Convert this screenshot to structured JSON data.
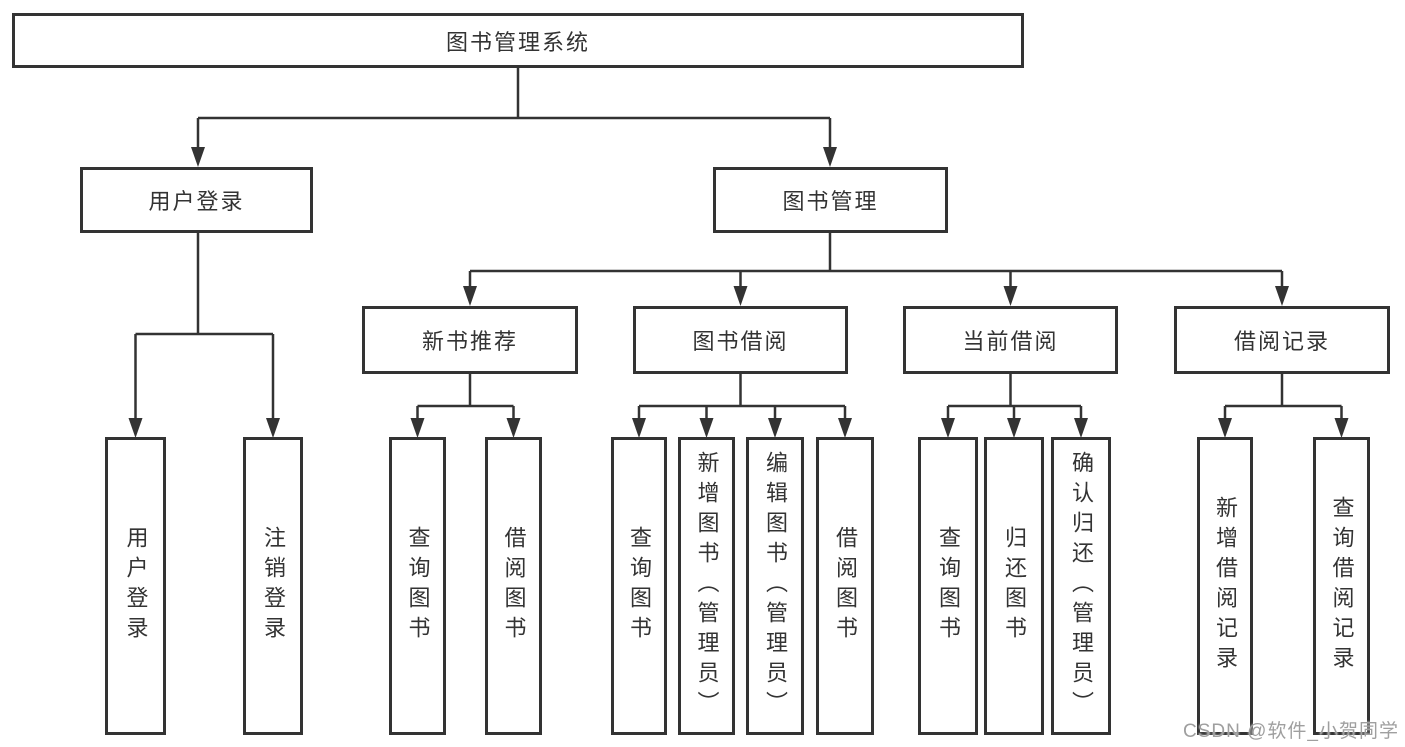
{
  "diagram": {
    "root": "图书管理系统",
    "user_login": {
      "label": "用户登录",
      "children": [
        "用户登录",
        "注销登录"
      ]
    },
    "book_mgmt": {
      "label": "图书管理",
      "sections": [
        {
          "label": "新书推荐",
          "children": [
            "查询图书",
            "借阅图书"
          ]
        },
        {
          "label": "图书借阅",
          "children": [
            "查询图书",
            "新增图书（管理员）",
            "编辑图书（管理员）",
            "借阅图书"
          ]
        },
        {
          "label": "当前借阅",
          "children": [
            "查询图书",
            "归还图书",
            "确认归还（管理员）"
          ]
        },
        {
          "label": "借阅记录",
          "children": [
            "新增借阅记录",
            "查询借阅记录"
          ]
        }
      ]
    },
    "colors": {
      "line": "#333333",
      "box_border": "#333333",
      "box_background": "#ffffff",
      "text": "#333333",
      "watermark": "#9f9f9f"
    }
  },
  "watermark": "CSDN @软件_小贺同学"
}
